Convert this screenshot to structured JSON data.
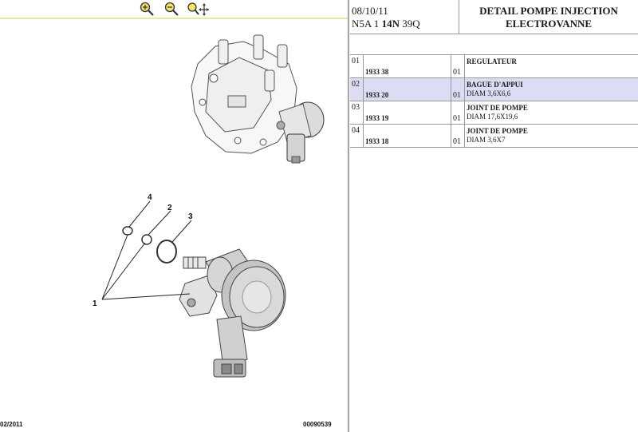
{
  "toolbar": {
    "icons": [
      "zoom-in-icon",
      "zoom-out-icon",
      "zoom-window-icon"
    ]
  },
  "diagram": {
    "callouts": [
      "1",
      "2",
      "3",
      "4"
    ],
    "footer_date": "02/2011",
    "footer_ref": "00090539"
  },
  "header": {
    "date": "08/10/11",
    "code_prefix": "N5A 1 ",
    "code_bold": "14N",
    "code_suffix": " 39Q",
    "title_line1": "DETAIL POMPE INJECTION",
    "title_line2": "ELECTROVANNE"
  },
  "parts": [
    {
      "item": "01",
      "ref": "1933 38",
      "qty": "01",
      "name": "REGULATEUR",
      "dim": "",
      "selected": false
    },
    {
      "item": "02",
      "ref": "1933 20",
      "qty": "01",
      "name": "BAGUE D'APPUI",
      "dim": "DIAM 3,6X6,6",
      "selected": true
    },
    {
      "item": "03",
      "ref": "1933 19",
      "qty": "01",
      "name": "JOINT DE POMPE",
      "dim": "DIAM 17,6X19,6",
      "selected": false
    },
    {
      "item": "04",
      "ref": "1933 18",
      "qty": "01",
      "name": "JOINT DE POMPE",
      "dim": "DIAM 3,6X7",
      "selected": false
    }
  ],
  "colors": {
    "selected_row": "#dcdcf4",
    "toolbar_rule": "#e8e8a6"
  }
}
